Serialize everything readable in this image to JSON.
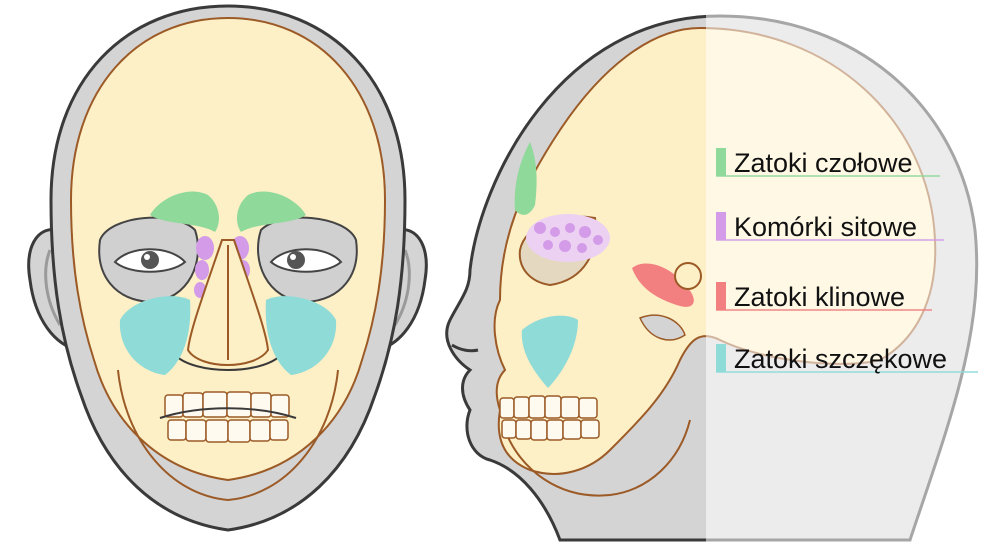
{
  "legend": {
    "items": [
      {
        "label": "Zatoki czołowe",
        "color": "#8fd99b"
      },
      {
        "label": "Komórki sitowe",
        "color": "#d39be8"
      },
      {
        "label": "Zatoki klinowe",
        "color": "#f28080"
      },
      {
        "label": "Zatoki szczękowe",
        "color": "#8edbd8"
      }
    ]
  },
  "colors": {
    "skin": "#d4d4d4",
    "skin_outline": "#3a3a3a",
    "bone": "#fdefc6",
    "bone_outline": "#9b5a26",
    "orbit": "#d0d0d0",
    "overlay": "#ffffff"
  }
}
